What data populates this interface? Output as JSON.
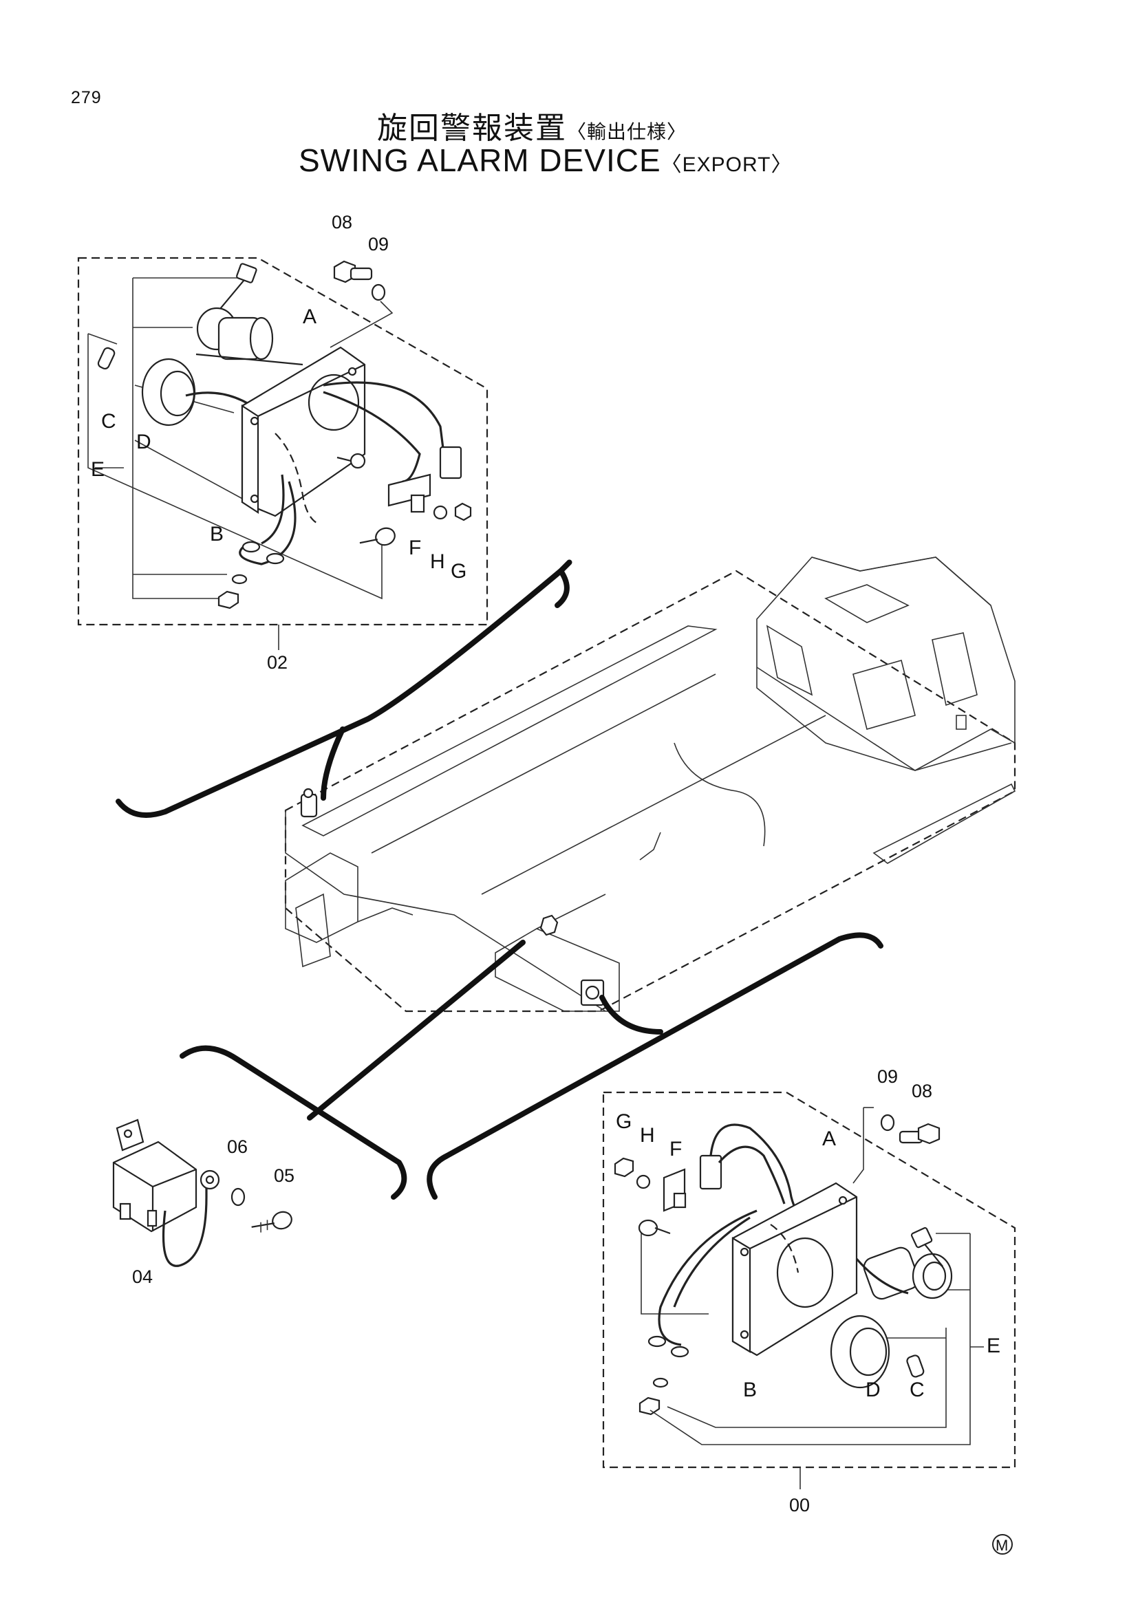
{
  "page_number": "279",
  "title": {
    "japanese": "旋回警報装置",
    "japanese_suffix": "〈輸出仕様〉",
    "english": "SWING ALARM DEVICE",
    "english_suffix": "〈EXPORT〉"
  },
  "upper_assembly": {
    "callout": "02",
    "part_labels": {
      "p08": "08",
      "p09": "09",
      "A": "A",
      "B": "B",
      "C": "C",
      "D": "D",
      "E": "E",
      "F": "F",
      "G": "G",
      "H": "H"
    }
  },
  "lower_assembly": {
    "callout": "00",
    "part_labels": {
      "p08": "08",
      "p09": "09",
      "A": "A",
      "B": "B",
      "C": "C",
      "D": "D",
      "E": "E",
      "F": "F",
      "G": "G",
      "H": "H"
    }
  },
  "relay_assembly": {
    "labels": {
      "p04": "04",
      "p05": "05",
      "p06": "06"
    }
  },
  "mark": "M"
}
